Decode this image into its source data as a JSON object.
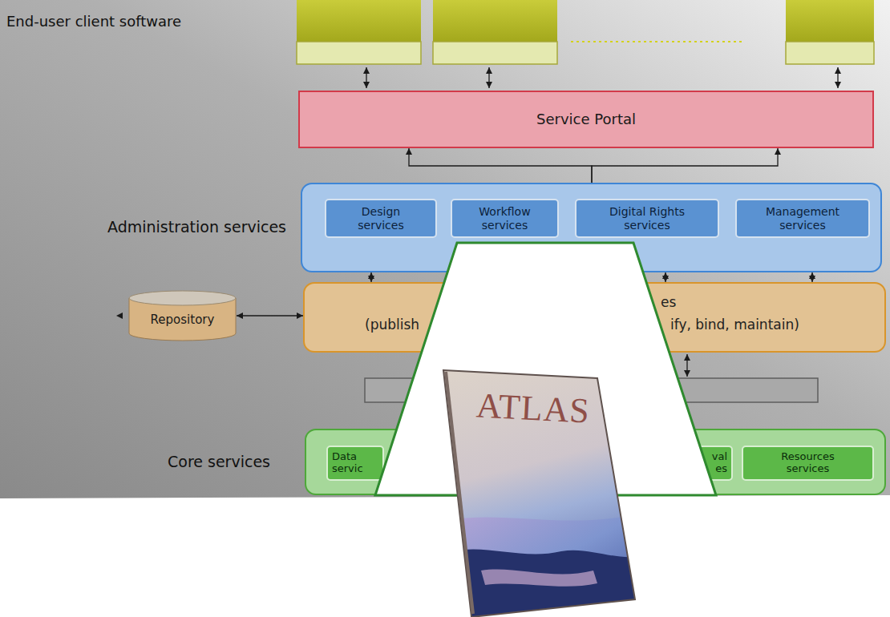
{
  "diagram": {
    "nodes": [
      {
        "text": [
          "Service Portal"
        ]
      },
      {
        "text": [
          "Administration services"
        ]
      },
      {
        "text": [
          "Design services"
        ],
        "in": 1
      },
      {
        "text": [
          "Workflow services"
        ],
        "in": 1
      },
      {
        "text": [
          "Digital Rights services"
        ],
        "in": 1
      },
      {
        "text": [
          "Management services"
        ],
        "in": 1
      },
      {
        "text": [
          "Repository"
        ]
      },
      {
        "text": [
          "es",
          "(publish",
          "ify, bind, maintain)"
        ]
      },
      {
        "text": [
          "Core services"
        ]
      },
      {
        "text": [
          "Data servic"
        ],
        "in": 8
      },
      {
        "text": [
          "val es"
        ],
        "in": 8
      },
      {
        "text": [
          "Resources services"
        ],
        "in": 8
      }
    ],
    "edges": [
      {
        "from": 1,
        "to": 0,
        "arrow": "to"
      },
      {
        "from": 1,
        "to": 0,
        "arrow": "to"
      },
      {
        "from": 1,
        "to": 7,
        "arrow": "both"
      },
      {
        "from": 1,
        "to": 7,
        "arrow": "both"
      },
      {
        "from": 1,
        "to": 7,
        "arrow": "both"
      },
      {
        "from": 6,
        "to": 7,
        "arrow": "both"
      }
    ],
    "labels": [
      "End-user client software",
      "ATLAS"
    ]
  }
}
